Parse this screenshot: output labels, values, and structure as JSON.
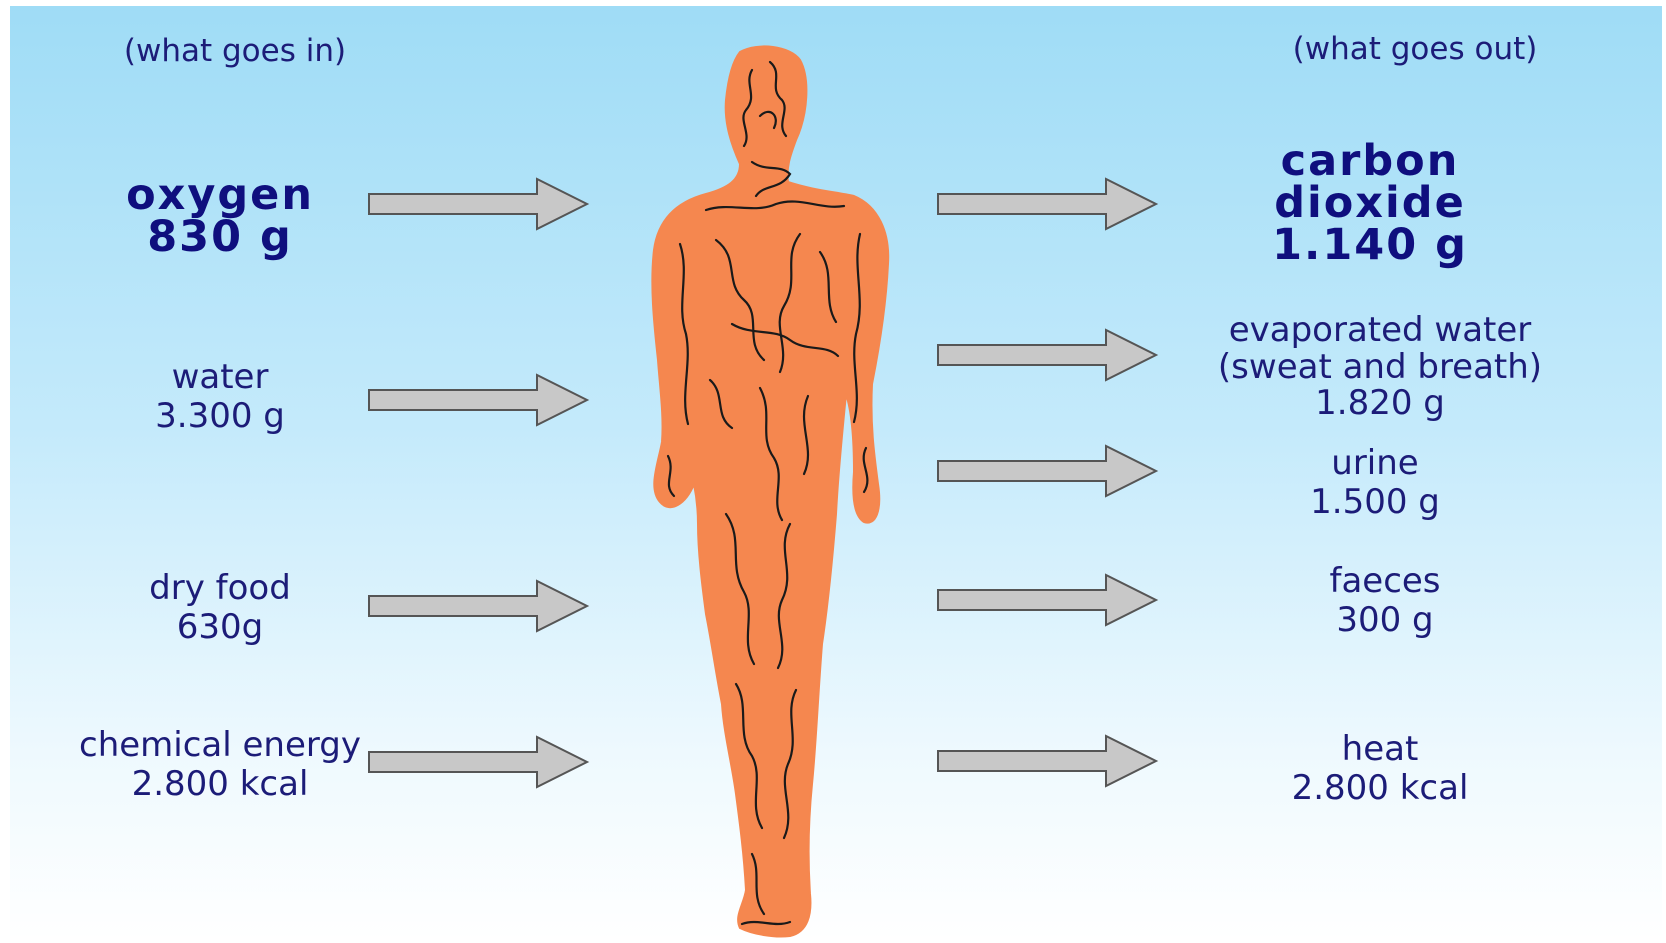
{
  "headers": {
    "inputs": "(what goes in)",
    "outputs": "(what goes out)"
  },
  "inputs": [
    {
      "label": "oxygen",
      "amount": "830 g"
    },
    {
      "label": "water",
      "amount": "3.300 g"
    },
    {
      "label": "dry food",
      "amount": "630g"
    },
    {
      "label": "chemical energy",
      "amount": "2.800 kcal"
    }
  ],
  "outputs": [
    {
      "label1": "carbon",
      "label2": "dioxide",
      "amount": "1.140 g"
    },
    {
      "label1": "evaporated water",
      "label2": "(sweat and breath)",
      "amount": "1.820 g"
    },
    {
      "label": "urine",
      "amount": "1.500 g"
    },
    {
      "label": "faeces",
      "amount": "300 g"
    },
    {
      "label": "heat",
      "amount": "2.800 kcal"
    }
  ],
  "colors": {
    "text": "#1c1c78",
    "heading_text": "#0f0f7e",
    "body_fill": "#f5874f",
    "arrow_fill": "#c8c8c8",
    "background_top": "#9fdcf6",
    "background_bottom": "#ffffff"
  }
}
